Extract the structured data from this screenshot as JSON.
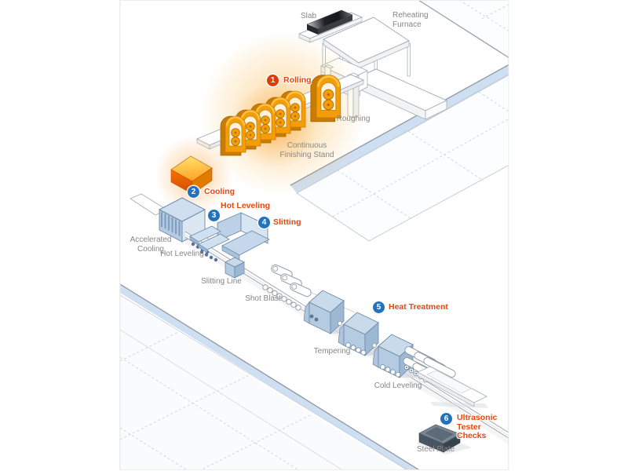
{
  "steps": [
    {
      "num": "1",
      "label": "Rolling"
    },
    {
      "num": "2",
      "label": "Cooling"
    },
    {
      "num": "3",
      "label": "Hot Leveling"
    },
    {
      "num": "4",
      "label": "Slitting"
    },
    {
      "num": "5",
      "label": "Heat Treatment"
    },
    {
      "num": "6",
      "label": "Ultrasonic\nTester\nChecks"
    }
  ],
  "equipment": {
    "slab": "Slab",
    "reheating_furnace": "Reheating\nFurnace",
    "roughing": "Roughing",
    "finishing_stand": "Continuous\nFinishing Stand",
    "accelerated_cooling": "Accelerated\nCooling",
    "hot_leveling": "Hot Leveling",
    "slitting_line": "Slitting Line",
    "shot_blast": "Shot Blast",
    "tempering": "Tempering",
    "cold_leveling": "Cold Leveling",
    "steel_plate": "Steel Plate"
  },
  "colors": {
    "step_label_red": "#e8470c",
    "badge_blue": "#2273bd",
    "badge_red": "#d64109",
    "machine_orange": "#f39d08",
    "machine_orange_dark": "#c87c04",
    "machine_blue": "#b5cbe2",
    "machine_blue_light": "#c9daeb",
    "label_gray": "#868686",
    "roadway_stripe_blue": "#cfdff2",
    "glow_orange": "#f7a41d",
    "steel_plate_dark": "#4a5562"
  }
}
